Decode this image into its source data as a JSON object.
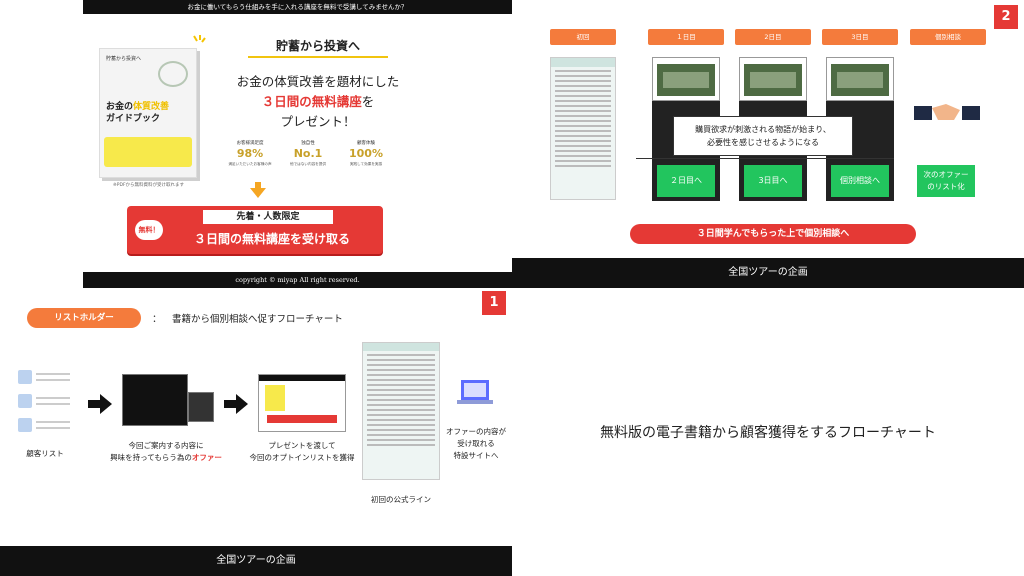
{
  "landing": {
    "top_bar": "お金に働いてもらう仕組みを手に入れる講座を無料で受講してみませんか？",
    "book_cover_caption": "貯蓄から投資へ",
    "book_title_a": "お金の",
    "book_title_hl": "体質改善",
    "book_title_b": "ガイドブック",
    "book_caption": "※PDFから無料資料が受け取れます",
    "headline": "貯蓄から投資へ",
    "sub_line1": "お金の体質改善を題材にした",
    "sub_line2_red": "３日間の無料講座",
    "sub_line2_tail": "を",
    "sub_line3": "プレゼント！",
    "badges": [
      {
        "label": "お客様満足度",
        "value": "98%",
        "desc": "満足いただいたお客様の声"
      },
      {
        "label": "独自性",
        "value": "No.1",
        "desc": "他ではない内容を提供"
      },
      {
        "label": "顧客体験",
        "value": "100%",
        "desc": "実践して効果を実感"
      }
    ],
    "cta_badge": "無料！",
    "cta_pill": "先着・人数限定",
    "cta_text": "３日間の無料講座を受け取る",
    "footer": "copyright © miyap All right reserved."
  },
  "tour_flow": {
    "number": "2",
    "tabs": [
      "初回",
      "１日目",
      "2日目",
      "3日目",
      "個別相談"
    ],
    "green_boxes": [
      "２日目へ",
      "3日目へ",
      "個別相談へ"
    ],
    "callout_line1": "購買欲求が刺激される物語が始まり、",
    "callout_line2": "必要性を感じさせるようになる",
    "next_offer_line1": "次のオファー",
    "next_offer_line2": "のリスト化",
    "bar_text": "３日間学んでもらった上で個別相談へ",
    "footer": "全国ツアーの企画"
  },
  "list_flow": {
    "number": "1",
    "tag": "リストホルダー",
    "colon": "：",
    "heading": "書籍から個別相談へ促すフローチャート",
    "customer_list": "顧客リスト",
    "offer_line1": "今回ご案内する内容に",
    "offer_line2_a": "興味を持ってもらう為の",
    "offer_line2_red": "オファー",
    "present_line1": "プレゼントを渡して",
    "present_line2": "今回のオプトインリストを獲得",
    "line_official": "初回の公式ライン",
    "site_line1": "オファーの内容が",
    "site_line2": "受け取れる",
    "site_line3": "特設サイトへ",
    "footer": "全国ツアーの企画"
  },
  "summary": {
    "title": "無料版の電子書籍から顧客獲得をするフローチャート"
  }
}
